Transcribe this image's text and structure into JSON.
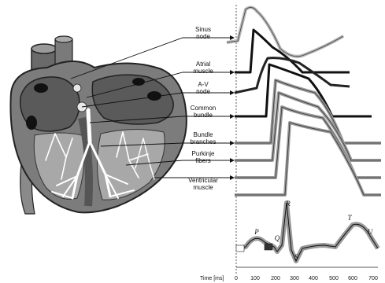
{
  "labels": {
    "sinus": [
      "Sinus",
      "node"
    ],
    "atrial": [
      "Atrial",
      "muscle"
    ],
    "av": [
      "A-V",
      "node"
    ],
    "common": [
      "Common",
      "bundle"
    ],
    "bundle": [
      "Bundle",
      "branches"
    ],
    "purkinje": [
      "Purkinje",
      "fibers"
    ],
    "ventricular": [
      "Ventricular",
      "muscle"
    ]
  },
  "ecg": {
    "waves": [
      "P",
      "Q",
      "R",
      "S",
      "T",
      "U"
    ]
  },
  "axis": {
    "label": "Time [ms]",
    "ticks": [
      "0",
      "100",
      "200",
      "300",
      "400",
      "500",
      "600",
      "700"
    ]
  },
  "icons": [
    "heart-illustration",
    "action-potential-curves",
    "ecg-trace"
  ]
}
